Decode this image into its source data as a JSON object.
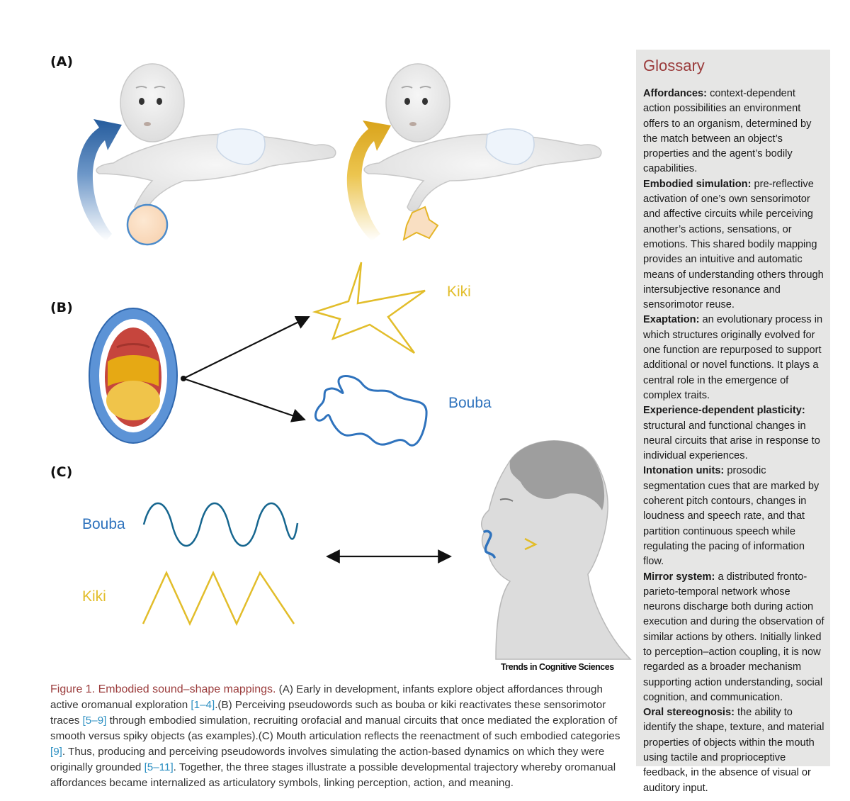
{
  "panels": {
    "a_label": "(A)",
    "b_label": "(B)",
    "c_label": "(C)"
  },
  "panel_b": {
    "kiki_label": "Kiki",
    "bouba_label": "Bouba"
  },
  "panel_c": {
    "bouba_label": "Bouba",
    "kiki_label": "Kiki"
  },
  "brand": "Trends in Cognitive Sciences",
  "caption": {
    "title": "Figure 1. Embodied sound–shape mappings.",
    "part1": " (A) Early in development, infants explore object affordances through active oromanual exploration ",
    "ref1": "[1–4]",
    "part2": ".(B) Perceiving pseudowords such as bouba or kiki reactivates these sensorimotor traces ",
    "ref2": "[5–9]",
    "part3": " through embodied simulation, recruiting orofacial and manual circuits that once mediated the exploration of smooth versus spiky objects (as examples).(C) Mouth articulation reflects the reenactment of such embodied categories ",
    "ref3": "[9]",
    "part4": ". Thus, producing and perceiving pseudowords involves simulating the action-based dynamics on which they were originally grounded ",
    "ref4": "[5–11]",
    "part5": ". Together, the three stages illustrate a possible developmental trajectory whereby oromanual affordances became internalized as articulatory symbols, linking perception, action, and meaning."
  },
  "glossary": {
    "title": "Glossary",
    "entries": [
      {
        "term": "Affordances:",
        "definition": " context-dependent action possibilities an environment offers to an organism, determined by the match between an object’s properties and the agent’s bodily capabilities."
      },
      {
        "term": "Embodied simulation:",
        "definition": " pre-reflective activation of one’s own sensorimotor and affective circuits while perceiving another’s actions, sensations, or emotions. This shared bodily mapping provides an intuitive and automatic means of understanding others through intersubjective resonance and sensorimotor reuse."
      },
      {
        "term": "Exaptation:",
        "definition": " an evolutionary process in which structures originally evolved for one function are repurposed to support additional or novel functions. It plays a central role in the emergence of complex traits."
      },
      {
        "term": "Experience-dependent plasticity:",
        "definition": " structural and functional changes in neural circuits that arise in response to individual experiences."
      },
      {
        "term": "Intonation units:",
        "definition": " prosodic segmentation cues that are marked by coherent pitch contours, changes in loudness and speech rate, and that partition continuous speech while regulating the pacing of information flow."
      },
      {
        "term": "Mirror system:",
        "definition": " a distributed fronto-parieto-temporal network whose neurons discharge both during action execution and during the observation of similar actions by others. Initially linked to perception–action coupling, it is now regarded as a broader mechanism supporting action understanding, social cognition, and communication."
      },
      {
        "term": "Oral stereognosis:",
        "definition": " the ability to identify the shape, texture, and material properties of objects within the mouth using tactile and proprioceptive feedback, in the absence of visual or auditory input."
      }
    ]
  }
}
